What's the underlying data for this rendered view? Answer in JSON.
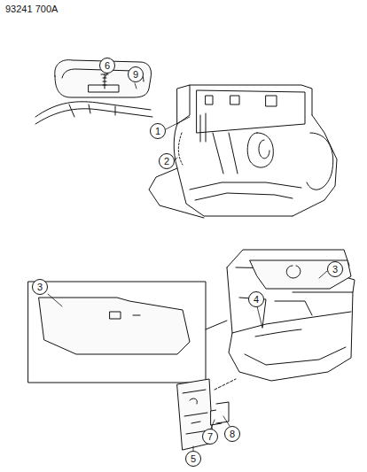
{
  "diagram": {
    "nodes": [
      {
        "text": [
          "6"
        ]
      },
      {
        "text": [
          "9"
        ]
      },
      {
        "text": [
          "1"
        ]
      },
      {
        "text": [
          "2"
        ]
      },
      {
        "text": [
          "3"
        ]
      },
      {
        "text": [
          "3"
        ]
      },
      {
        "text": [
          "4"
        ]
      },
      {
        "text": [
          "5"
        ]
      },
      {
        "text": [
          "7"
        ]
      },
      {
        "text": [
          "8"
        ]
      }
    ],
    "labels": [
      "93241 700A"
    ]
  }
}
